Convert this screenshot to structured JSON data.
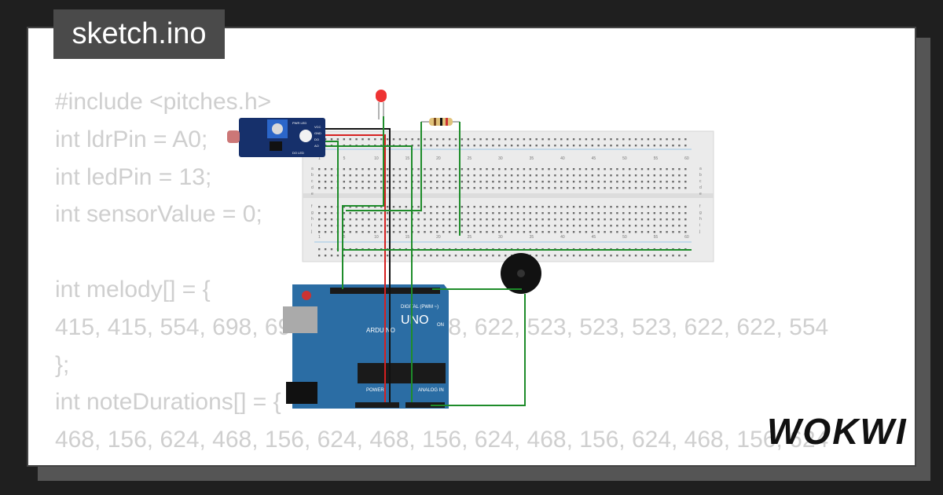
{
  "window": {
    "tab_title": "sketch.ino"
  },
  "code_lines": [
    "#include <pitches.h>",
    "int ldrPin = A0;",
    "int ledPin = 13;",
    "int sensorValue = 0;",
    "",
    "int melody[] = {",
    "415, 415, 554, 698, 698, 622, 554, 698, 622, 523, 523, 523, 622, 622, 554",
    "};",
    "int noteDurations[] = {",
    "468, 156, 624, 468, 156, 624, 468, 156, 624, 468, 156, 624, 468, 156, 624",
    "};"
  ],
  "brand": {
    "logo_text": "WOKWI"
  },
  "arduino": {
    "model_label": "UNO",
    "brand_label": "ARDUINO",
    "digital_label": "DIGITAL (PWM ~)",
    "power_label": "POWER",
    "analog_label": "ANALOG IN",
    "on_label": "ON"
  },
  "breadboard": {
    "column_numbers": [
      "1",
      "5",
      "10",
      "15",
      "20",
      "25",
      "30",
      "35",
      "40",
      "45",
      "50",
      "55",
      "60"
    ],
    "row_letters_top": [
      "a",
      "b",
      "c",
      "d",
      "e"
    ],
    "row_letters_bottom": [
      "f",
      "g",
      "h",
      "i",
      "j"
    ]
  },
  "ldr_module": {
    "pin_labels": [
      "VCC",
      "GND",
      "DO",
      "AO"
    ],
    "led_labels": [
      "PWR LED",
      "DO LED"
    ]
  },
  "colors": {
    "background": "#1f1f1f",
    "card": "#ffffff",
    "code_text": "#cfcfcf",
    "badge": "#4a4a4a",
    "arduino_board": "#2b6da4",
    "wire_green": "#1e8c2a",
    "wire_red": "#d62020",
    "wire_black": "#111111"
  },
  "icons": [
    "buzzer-icon",
    "led-icon",
    "resistor-icon",
    "ldr-sensor-module-icon",
    "arduino-uno-icon",
    "breadboard-icon"
  ]
}
